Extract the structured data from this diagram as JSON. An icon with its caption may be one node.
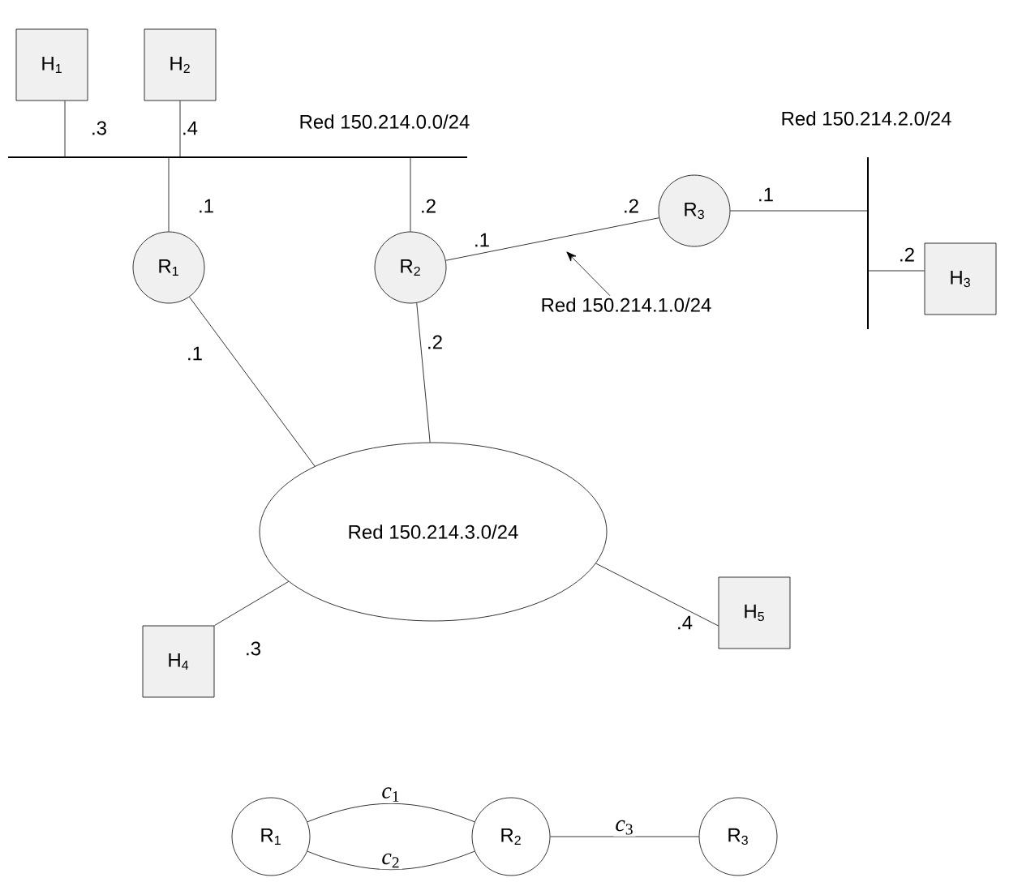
{
  "diagram": {
    "nodes": [
      {
        "text": [
          "H$_{1}$"
        ]
      },
      {
        "text": [
          "H$_{2}$"
        ]
      },
      {
        "text": [
          "Red 150.214.0.0/24"
        ]
      },
      {
        "text": [
          "Red 150.214.2.0/24"
        ]
      },
      {
        "text": [
          "R$_{1}$"
        ]
      },
      {
        "text": [
          "R$_{2}$"
        ]
      },
      {
        "text": [
          "R$_{3}$"
        ]
      },
      {
        "text": [
          "H$_{3}$"
        ]
      },
      {
        "text": [
          "Red 150.214.1.0/24"
        ]
      },
      {
        "text": [
          "Red 150.214.3.0/24"
        ]
      },
      {
        "text": [
          "H$_{4}$"
        ]
      },
      {
        "text": [
          "H$_{5}$"
        ]
      },
      {
        "text": [
          "R$_{1}$"
        ]
      },
      {
        "text": [
          "R$_{2}$"
        ]
      },
      {
        "text": [
          "R$_{3}$"
        ]
      }
    ],
    "edges": [
      {
        "from": 0,
        "to": 2,
        "arrow": "none"
      },
      {
        "from": 1,
        "to": 2,
        "arrow": "none"
      },
      {
        "from": 4,
        "to": 2,
        "arrow": "none"
      },
      {
        "from": 5,
        "to": 2,
        "arrow": "none"
      },
      {
        "from": 5,
        "to": 6,
        "arrow": "none"
      },
      {
        "from": 6,
        "to": 3,
        "arrow": "none"
      },
      {
        "from": 7,
        "to": 3,
        "arrow": "none"
      },
      {
        "from": 4,
        "to": 9,
        "arrow": "none"
      },
      {
        "from": 5,
        "to": 9,
        "arrow": "none"
      },
      {
        "from": 10,
        "to": 9,
        "arrow": "none"
      },
      {
        "from": 11,
        "to": 9,
        "arrow": "none"
      },
      {
        "from": 8,
        "to": null,
        "arrow": "to"
      },
      {
        "from": 12,
        "to": 13,
        "arrow": "none",
        "label": "*c*$_{1}$"
      },
      {
        "from": 12,
        "to": 13,
        "arrow": "none",
        "label": "*c*$_{2}$"
      },
      {
        "from": 13,
        "to": 14,
        "arrow": "none",
        "label": "*c*$_{3}$"
      }
    ],
    "labels": [
      ".3",
      ".4",
      ".1",
      ".1",
      ".2",
      ".2",
      ".1",
      ".2",
      ".2",
      ".1",
      ".4",
      ".3"
    ]
  }
}
